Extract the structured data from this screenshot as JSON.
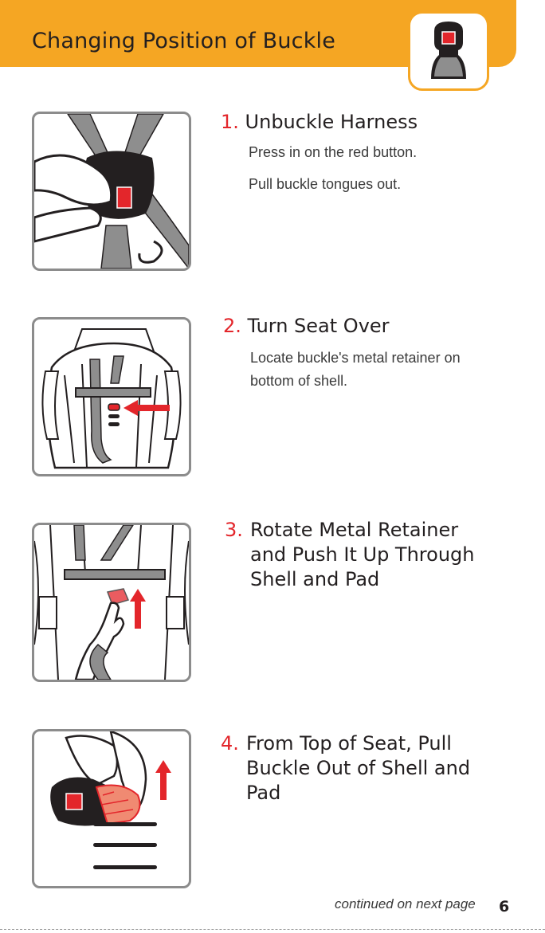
{
  "header": {
    "title": "Changing Position of Buckle",
    "badge_icon": "buckle-icon"
  },
  "colors": {
    "accent": "#f5a623",
    "step_number": "#e3262b",
    "frame": "#8c8c8c"
  },
  "steps": [
    {
      "number": "1.",
      "title": "Unbuckle Harness",
      "lines": [
        "Press in on the red button.",
        "Pull buckle tongues out."
      ],
      "illustration": "hand-unbuckling-harness"
    },
    {
      "number": "2.",
      "title": "Turn Seat Over",
      "lines": [
        "Locate buckle's metal retainer on",
        "bottom of shell."
      ],
      "illustration": "seat-shell-underside-arrow"
    },
    {
      "number": "3.",
      "title_lines": [
        "Rotate Metal Retainer",
        "and Push It Up Through",
        "Shell and Pad"
      ],
      "illustration": "hand-pushing-retainer-up"
    },
    {
      "number": "4.",
      "title_lines": [
        "From Top of Seat, Pull",
        "Buckle Out of Shell and",
        "Pad"
      ],
      "illustration": "hand-pulling-buckle-up"
    }
  ],
  "footer": {
    "note": "continued on next page",
    "page_number": "6"
  }
}
